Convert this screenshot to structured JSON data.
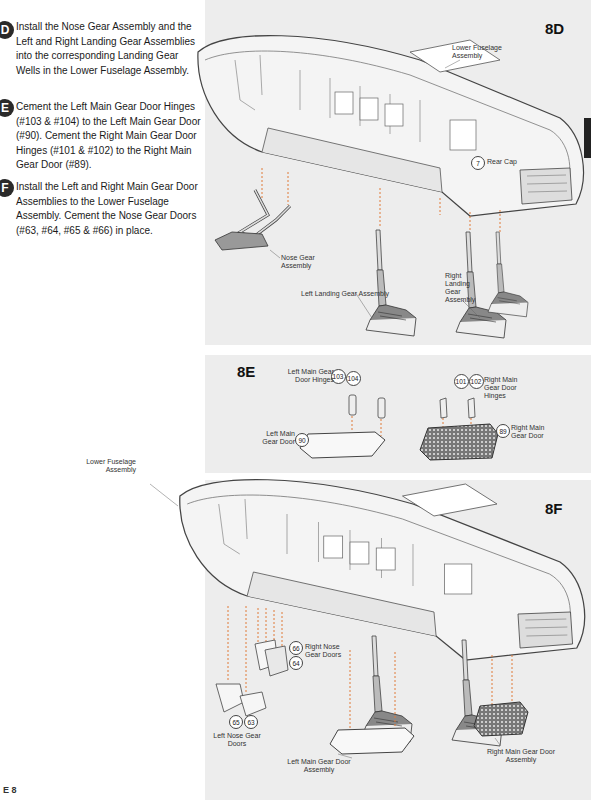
{
  "diagram": {
    "nodes": [
      {
        "text": [
          "D"
        ]
      },
      {
        "text": [
          "E"
        ]
      },
      {
        "text": [
          "F"
        ]
      },
      {
        "text": [
          "8D"
        ]
      },
      {
        "text": [
          "7"
        ],
        "in": 3
      },
      {
        "text": [
          "8E"
        ]
      },
      {
        "text": [
          "103"
        ],
        "in": 5
      },
      {
        "text": [
          "104"
        ],
        "in": 5
      },
      {
        "text": [
          "90"
        ],
        "in": 5
      },
      {
        "text": [
          "101"
        ],
        "in": 5
      },
      {
        "text": [
          "102"
        ],
        "in": 5
      },
      {
        "text": [
          "89"
        ],
        "in": 5
      },
      {
        "text": [
          "8F"
        ]
      },
      {
        "text": [
          "66"
        ],
        "in": 12
      },
      {
        "text": [
          "64"
        ],
        "in": 12
      },
      {
        "text": [
          "65"
        ],
        "in": 12
      },
      {
        "text": [
          "63"
        ],
        "in": 12
      }
    ],
    "labels": [
      "Install the Nose Gear Assembly and the Left and Right Landing Gear Assemblies into the corresponding Landing Gear Wells in the Lower Fuselage Assembly.",
      "Cement the Left Main Gear Door Hinges (#103 & #104) to the Left Main Gear Door (#90). Cement the Right Main Gear Door Hinges (#101 & #102) to the Right Main Gear Door (#89).",
      "Install the Left and Right Main Gear Door Assemblies to the Lower Fuselage Assembly. Cement the Nose Gear Doors (#63, #64, #65 & #66) in place.",
      "Lower Fuselage Assembly",
      "Rear Cap",
      "Nose Gear Assembly",
      "Left Landing Gear Assembly",
      "Right Landing Gear Assembly",
      "Left Main Gear Door Hinges",
      "Left Main Gear Door",
      "Right Main Gear Door Hinges",
      "Right Main Gear Door",
      "Lower Fuselage Assembly",
      "Right Nose Gear Doors",
      "Left Nose Gear Doors",
      "Left Main Gear Door Assembly",
      "Right Main Gear Door Assembly",
      "E 8"
    ]
  }
}
